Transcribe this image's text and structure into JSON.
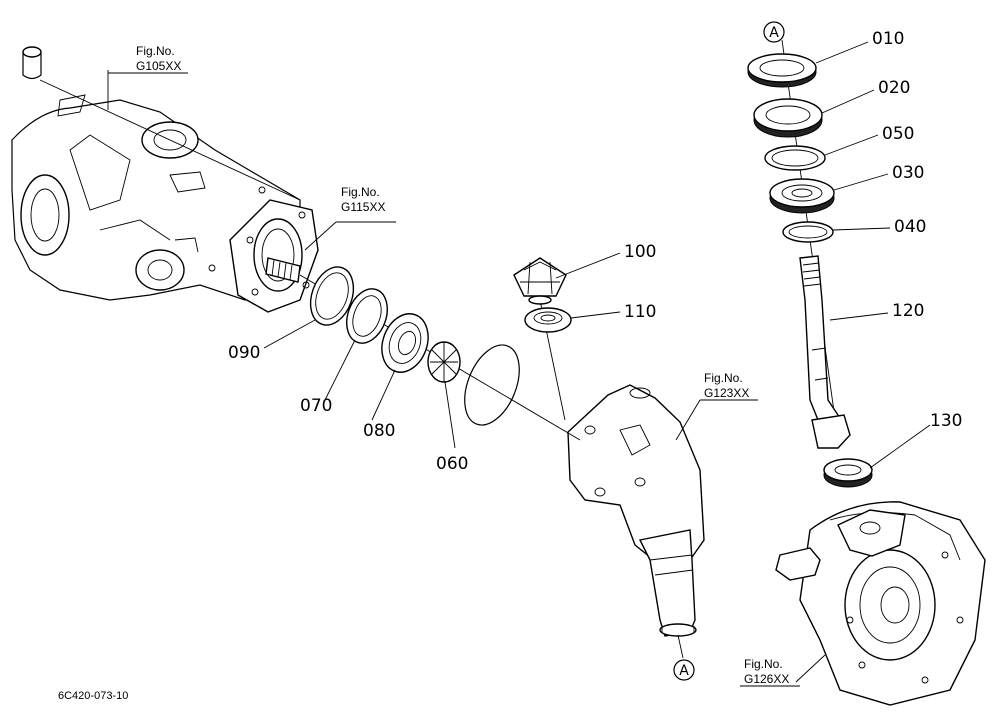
{
  "figure_refs": {
    "housing": {
      "line1": "Fig.No.",
      "line2": "G105XX"
    },
    "shaft": {
      "line1": "Fig.No.",
      "line2": "G115XX"
    },
    "bevel_case": {
      "line1": "Fig.No.",
      "line2": "G123XX"
    },
    "knuckle": {
      "line1": "Fig.No.",
      "line2": "G126XX"
    }
  },
  "parts": {
    "p010": "010",
    "p020": "020",
    "p030": "030",
    "p040": "040",
    "p050": "050",
    "p060": "060",
    "p070": "070",
    "p080": "080",
    "p090": "090",
    "p100": "100",
    "p110": "110",
    "p120": "120",
    "p130": "130"
  },
  "connectors": {
    "top": "A",
    "bottom": "A"
  },
  "diagram_code": "6C420-073-10"
}
